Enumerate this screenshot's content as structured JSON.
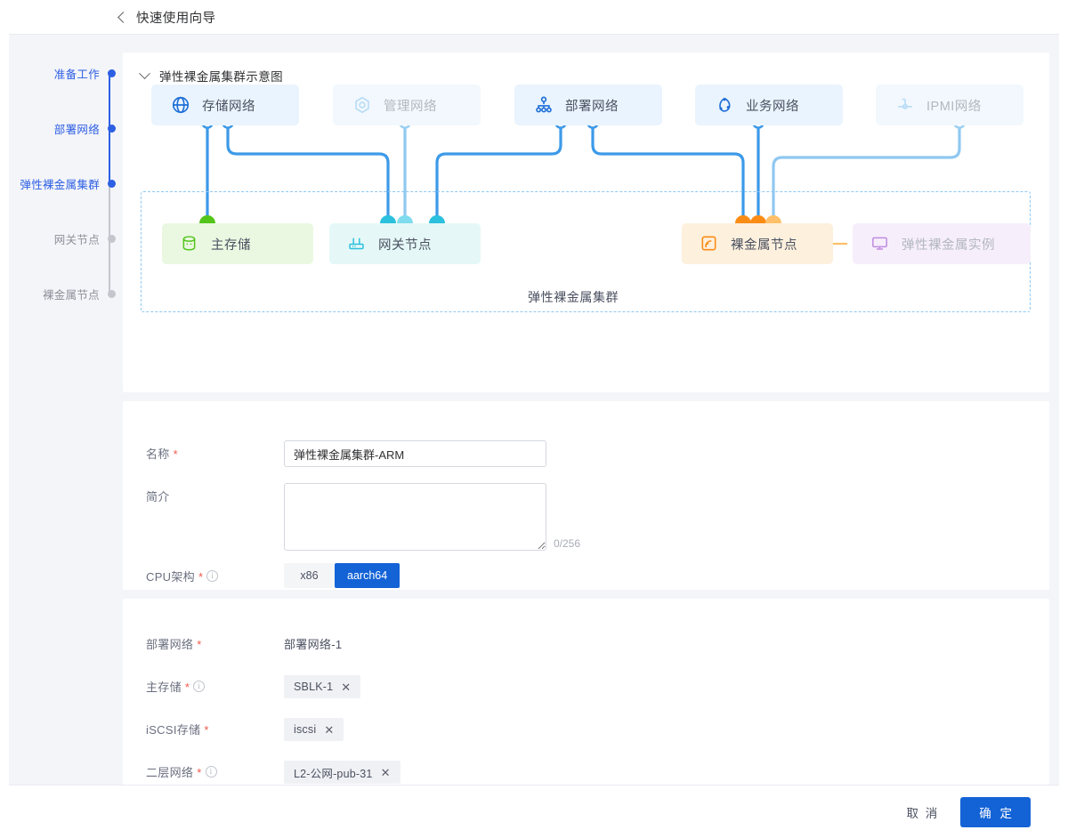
{
  "topbar": {
    "back_icon": "chevron-left-icon",
    "title": "快速使用向导"
  },
  "steps": [
    {
      "label": "准备工作",
      "state": "done"
    },
    {
      "label": "部署网络",
      "state": "done"
    },
    {
      "label": "弹性裸金属集群",
      "state": "active"
    },
    {
      "label": "网关节点",
      "state": "todo"
    },
    {
      "label": "裸金属节点",
      "state": "todo"
    }
  ],
  "diagram": {
    "toggle_icon": "chevron-down-icon",
    "title": "弹性裸金属集群示意图",
    "cluster_caption": "弹性裸金属集群",
    "networks": [
      {
        "label": "存储网络",
        "icon": "globe-icon",
        "state": "enabled"
      },
      {
        "label": "管理网络",
        "icon": "hexagon-target-icon",
        "state": "disabled"
      },
      {
        "label": "部署网络",
        "icon": "sitemap-icon",
        "state": "enabled"
      },
      {
        "label": "业务网络",
        "icon": "triangle-nodes-icon",
        "state": "enabled"
      },
      {
        "label": "IPMI网络",
        "icon": "ipmi-plug-icon",
        "state": "disabled"
      }
    ],
    "nodes": [
      {
        "label": "主存储",
        "icon": "database-icon",
        "color": "#52c41a",
        "bg": "#eaf8e2"
      },
      {
        "label": "网关节点",
        "icon": "router-icon",
        "color": "#2bc0dd",
        "bg": "#e5f8f7"
      },
      {
        "label": "裸金属节点",
        "icon": "signal-icon",
        "color": "#fa8c16",
        "bg": "#fdf0dd"
      },
      {
        "label": "弹性裸金属实例",
        "icon": "monitor-icon",
        "color": "#c08ce0",
        "bg": "#f6eefb"
      }
    ],
    "colors": {
      "wire_blue": "#3d9ae8",
      "wire_light_blue": "#8fc8f0",
      "green_cap": "#52c41a",
      "cyan_cap": "#2bc0dd",
      "cyan_cap_light": "#7fdcee",
      "orange_cap": "#fa8c16",
      "orange_cap_light": "#ffc069",
      "dash_border": "#8ec8f4"
    }
  },
  "basic_form": {
    "name": {
      "label": "名称",
      "required": true,
      "value": "弹性裸金属集群-ARM",
      "placeholder": ""
    },
    "desc": {
      "label": "简介",
      "required": false,
      "value": "",
      "placeholder": "",
      "counter": "0/256"
    },
    "cpu_arch": {
      "label": "CPU架构",
      "required": true,
      "has_info": true,
      "options": [
        "x86",
        "aarch64"
      ],
      "selected": "aarch64"
    }
  },
  "network_form": {
    "deploy_network": {
      "label": "部署网络",
      "required": true,
      "value": "部署网络-1"
    },
    "primary_storage": {
      "label": "主存储",
      "required": true,
      "has_info": true,
      "tags": [
        "SBLK-1"
      ]
    },
    "iscsi_storage": {
      "label": "iSCSI存储",
      "required": true,
      "has_info": false,
      "tags": [
        "iscsi"
      ]
    },
    "l2_network": {
      "label": "二层网络",
      "required": true,
      "has_info": true,
      "tags": [
        "L2-公网-pub-31"
      ]
    },
    "tag_remove_icon": "close-icon"
  },
  "footer": {
    "cancel_label": "取 消",
    "confirm_label": "确 定"
  }
}
